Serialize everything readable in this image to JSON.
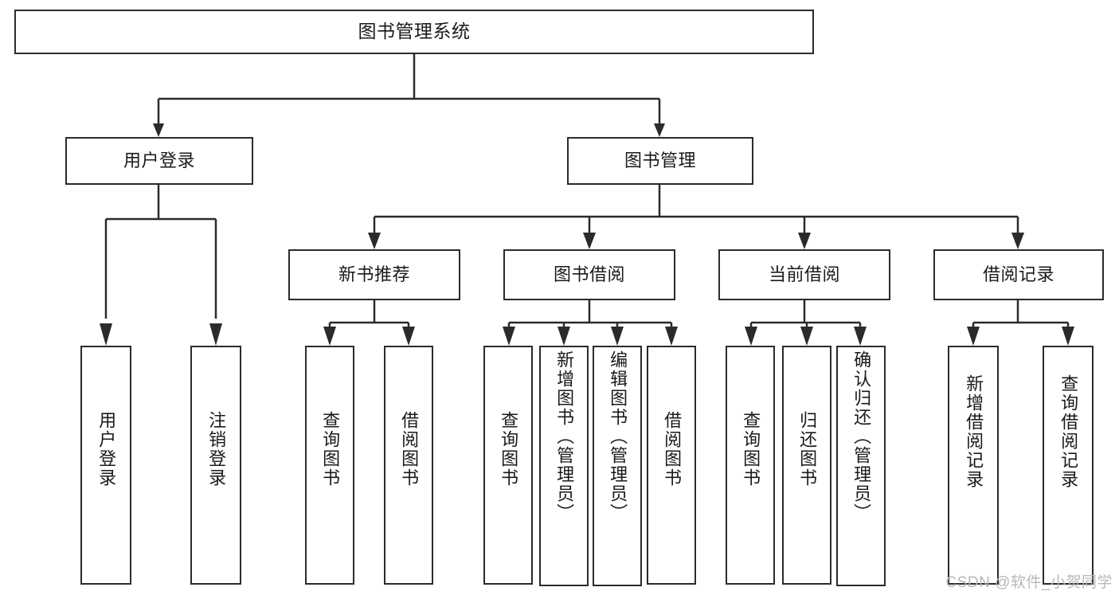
{
  "diagram": {
    "type": "tree",
    "title": "图书管理系统",
    "watermark": "CSDN @软件_小贺同学",
    "colors": {
      "stroke": "#2b2b2b",
      "fill": "#ffffff",
      "text": "#1a1a1a",
      "watermark": "#b8b8b8"
    },
    "root": {
      "label": "图书管理系统"
    },
    "level1": [
      {
        "label": "用户登录"
      },
      {
        "label": "图书管理"
      }
    ],
    "level2": [
      {
        "label": "新书推荐"
      },
      {
        "label": "图书借阅"
      },
      {
        "label": "当前借阅"
      },
      {
        "label": "借阅记录"
      }
    ],
    "leaves": {
      "user_login": [
        {
          "label": "用户登录"
        },
        {
          "label": "注销登录"
        }
      ],
      "new_book_recommend": [
        {
          "label": "查询图书"
        },
        {
          "label": "借阅图书"
        }
      ],
      "book_borrow": [
        {
          "label": "查询图书"
        },
        {
          "label": "新增图书（管理员）"
        },
        {
          "label": "编辑图书（管理员）"
        },
        {
          "label": "借阅图书"
        }
      ],
      "current_borrow": [
        {
          "label": "查询图书"
        },
        {
          "label": "归还图书"
        },
        {
          "label": "确认归还（管理员）"
        }
      ],
      "borrow_record": [
        {
          "label": "新增借阅记录"
        },
        {
          "label": "查询借阅记录"
        }
      ]
    }
  }
}
